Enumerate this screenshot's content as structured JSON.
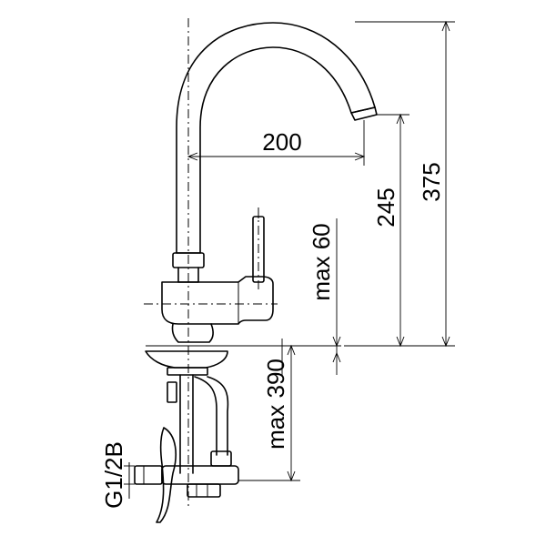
{
  "dimensions": {
    "spout_reach": "200",
    "spout_height": "245",
    "total_height": "375",
    "max_deck_thickness": "max 60",
    "max_hose_length": "max 390",
    "connection_thread": "G1/2B"
  }
}
